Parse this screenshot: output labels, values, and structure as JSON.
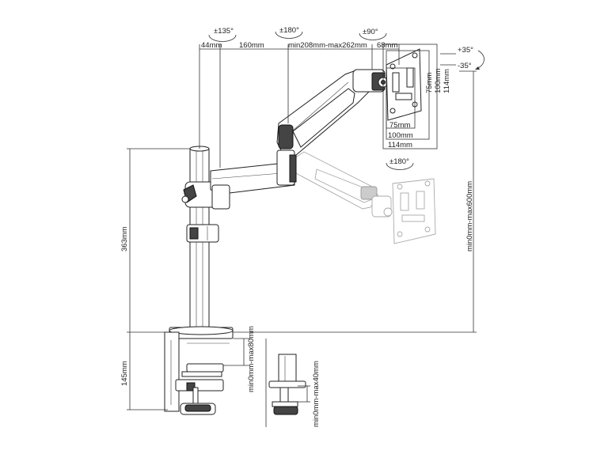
{
  "rotations": {
    "base": "±135°",
    "elbow": "±180°",
    "head": "±90°",
    "tilt_up": "+35°",
    "tilt_down": "-35°",
    "plate": "±180°"
  },
  "dimensions": {
    "d1": "44mm",
    "d2": "160mm",
    "d3": "min208mm-max262mm",
    "d4": "68mm",
    "pole_height": "363mm",
    "clamp_height": "145mm",
    "vertical_travel": "min0mm-max600mm",
    "desk_clamp": "min0mm-max80mm",
    "grommet": "min0mm-max40mm"
  },
  "vesa": {
    "v75": "75mm",
    "v100": "100mm",
    "v114": "114mm",
    "h75": "75mm",
    "h100": "100mm",
    "h114": "114mm"
  }
}
